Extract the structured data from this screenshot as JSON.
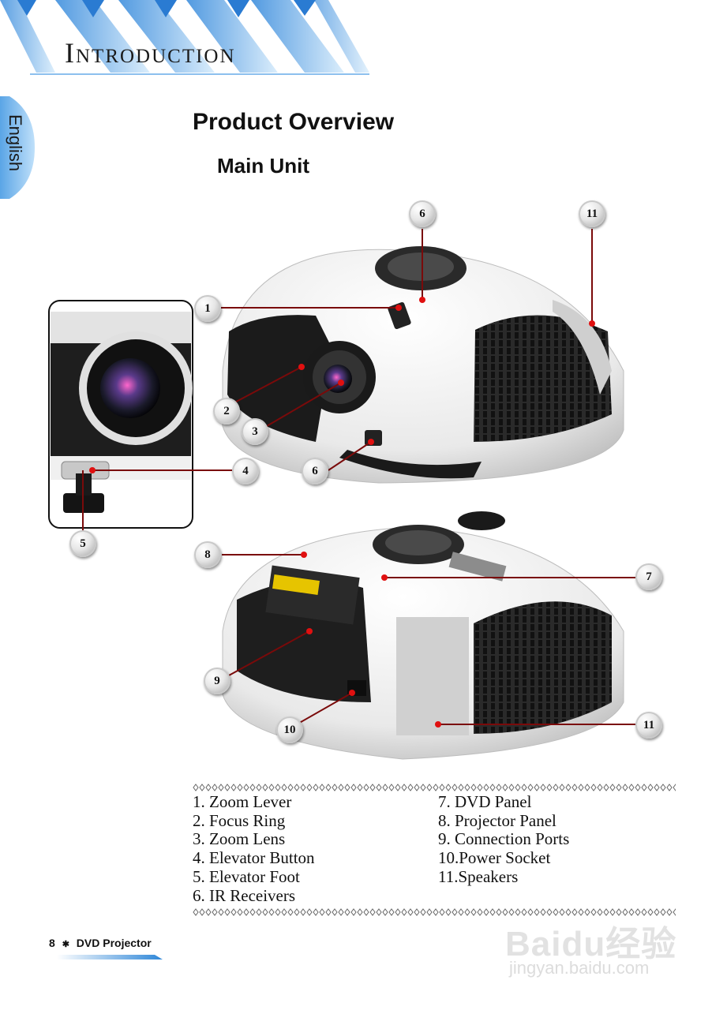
{
  "header": {
    "section_title": "Introduction"
  },
  "language_tab": {
    "label": "English"
  },
  "page": {
    "title": "Product Overview",
    "subtitle": "Main Unit"
  },
  "callouts": [
    "1",
    "2",
    "3",
    "4",
    "5",
    "6",
    "6",
    "7",
    "8",
    "9",
    "10",
    "11",
    "11"
  ],
  "legend": {
    "left": [
      "1.  Zoom Lever",
      "2.  Focus Ring",
      "3.  Zoom Lens",
      "4.  Elevator Button",
      "5.  Elevator Foot",
      "6.  IR Receivers"
    ],
    "right": [
      "7.  DVD Panel",
      "8.  Projector Panel",
      "9.  Connection Ports",
      "10.Power Socket",
      "11.Speakers"
    ]
  },
  "footer": {
    "page_number": "8",
    "separator": "✱",
    "product": "DVD Projector"
  },
  "watermark": {
    "logo_text": "Baidu经验",
    "url": "jingyan.baidu.com"
  },
  "colors": {
    "accent_blue": "#5aa5e6",
    "leader_red": "#7a0a0a",
    "dot_red": "#e01010"
  }
}
